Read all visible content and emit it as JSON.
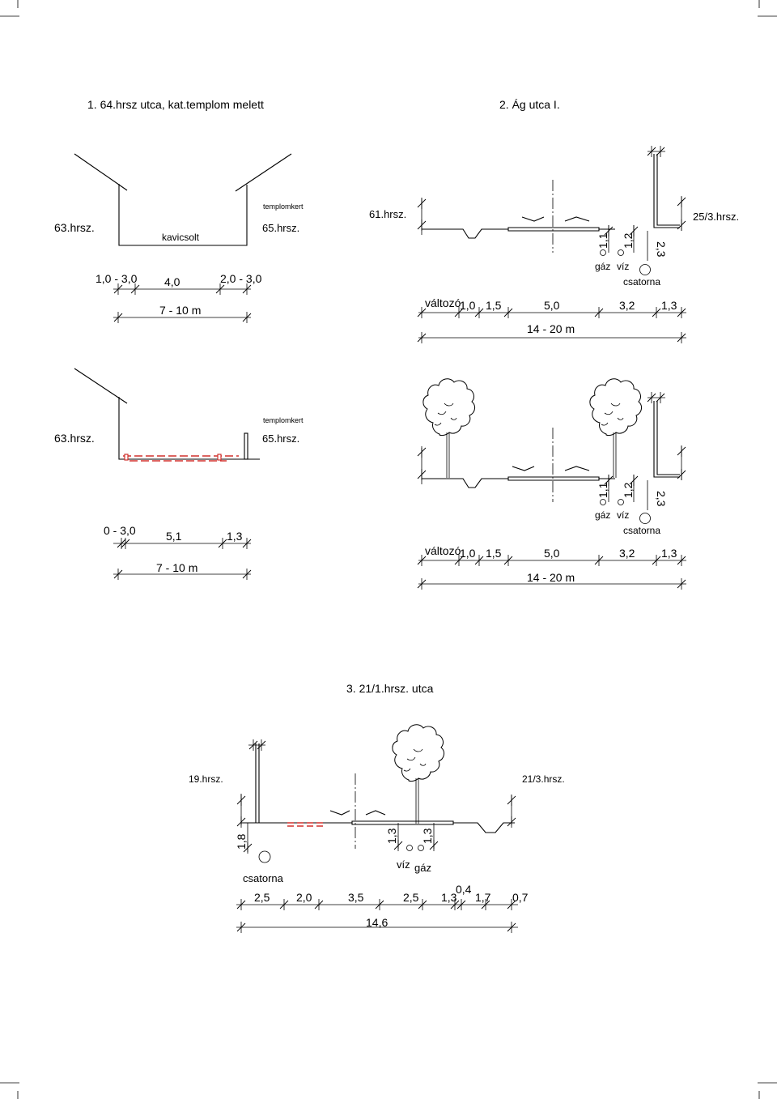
{
  "section1": {
    "title": "1. 64.hrsz utca, kat.templom melett",
    "profile_a": {
      "left_lot": "63.hrsz.",
      "right_label": "templomkert",
      "right_lot": "65.hrsz.",
      "surface": "kavicsolt",
      "dims_row1": [
        "1,0 - 3,0",
        "4,0",
        "2,0 - 3,0"
      ],
      "dims_total": "7 - 10 m"
    },
    "profile_b": {
      "left_lot": "63.hrsz.",
      "right_label": "templomkert",
      "right_lot": "65.hrsz.",
      "dims_row1": [
        "0 - 3,0",
        "5,1",
        "1,3"
      ],
      "dims_total": "7 - 10 m"
    }
  },
  "section2": {
    "title": "2. Ág utca I.",
    "profile_a": {
      "left_lot": "61.hrsz.",
      "right_lot": "25/3.hrsz.",
      "vertical_dims": [
        "1,1",
        "1,2",
        "2,3"
      ],
      "utilities": [
        "gáz",
        "víz",
        "csatorna"
      ],
      "dims_row1": [
        "változó",
        "1,0",
        "1,5",
        "5,0",
        "3,2",
        "1,3"
      ],
      "dims_total": "14 - 20 m"
    },
    "profile_b": {
      "vertical_dims": [
        "1,1",
        "1,2",
        "2,3"
      ],
      "utilities": [
        "gáz",
        "víz",
        "csatorna"
      ],
      "dims_row1": [
        "változó",
        "1,0",
        "1,5",
        "5,0",
        "3,2",
        "1,3"
      ],
      "dims_total": "14 - 20 m"
    }
  },
  "section3": {
    "title": "3. 21/1.hrsz. utca",
    "left_lot": "19.hrsz.",
    "right_lot": "21/3.hrsz.",
    "vertical_dims": [
      "1,8",
      "1,3",
      "1,3"
    ],
    "utilities": [
      "csatorna",
      "víz",
      "gáz"
    ],
    "dim_extra": "0,4",
    "dims_row1": [
      "2,5",
      "2,0",
      "3,5",
      "2,5",
      "1,3",
      "1,7",
      "0,7"
    ],
    "dims_total": "14,6"
  },
  "colors": {
    "line": "#000000",
    "fence": "#d0312d",
    "background": "#ffffff"
  }
}
